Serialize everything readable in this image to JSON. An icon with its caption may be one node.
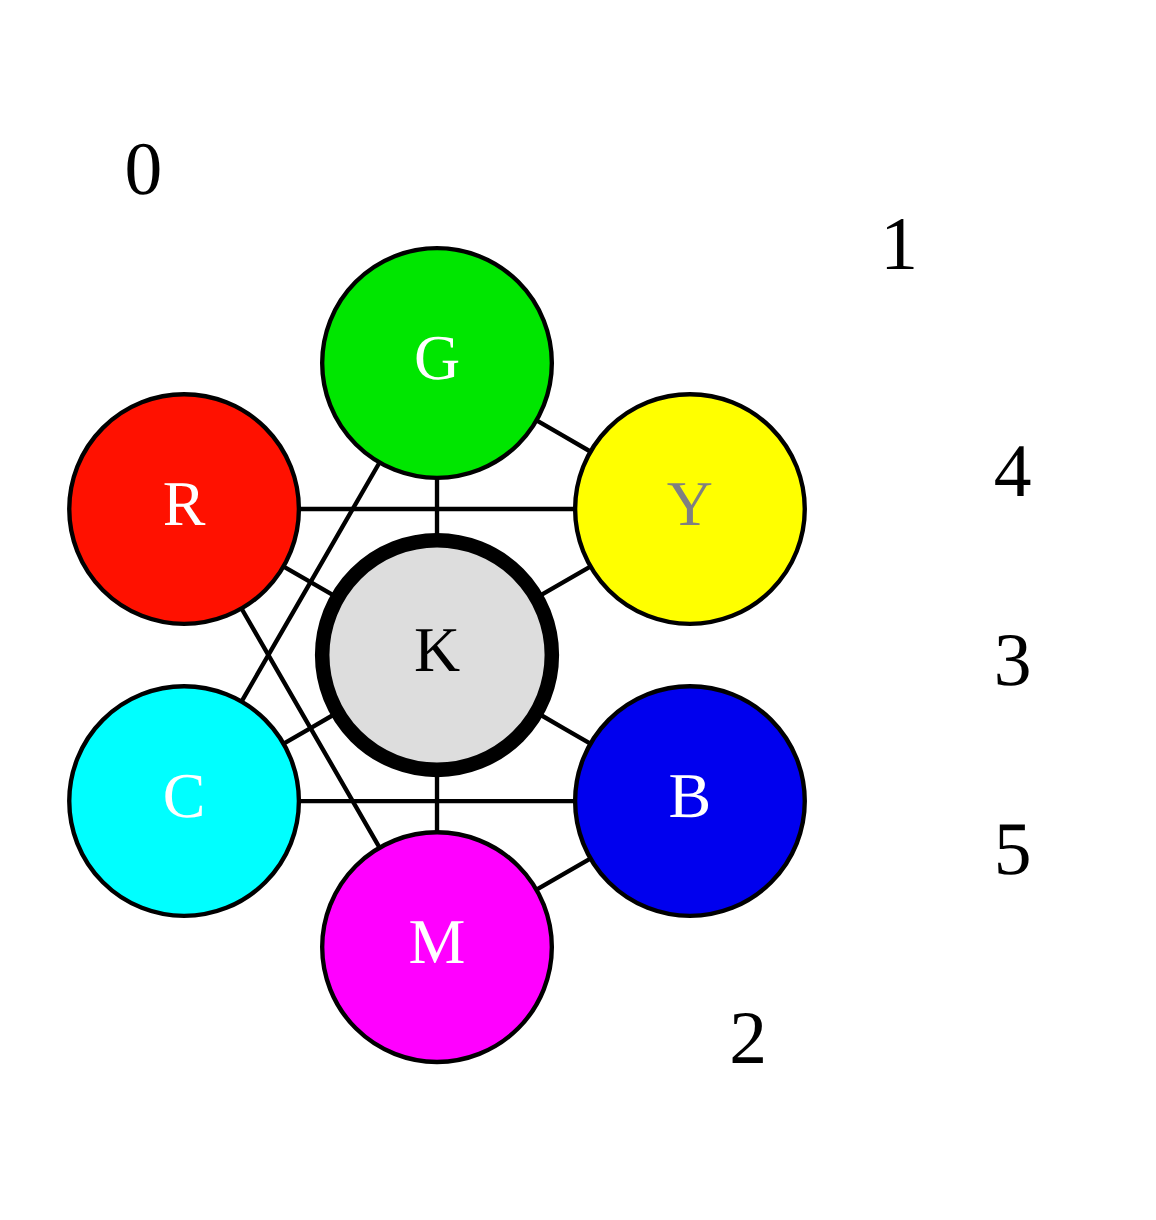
{
  "diagram": {
    "nodes": [
      {
        "text": [
          "Y"
        ]
      },
      {
        "text": [
          "G"
        ]
      },
      {
        "text": [
          "R"
        ]
      },
      {
        "text": [
          "K"
        ]
      },
      {
        "text": [
          "C"
        ]
      },
      {
        "text": [
          "M"
        ]
      },
      {
        "text": [
          "B"
        ]
      }
    ],
    "edges": [
      {
        "from": 0,
        "to": 2,
        "arrow": "none"
      },
      {
        "from": 2,
        "to": 5,
        "arrow": "none"
      },
      {
        "from": 5,
        "to": 6,
        "arrow": "none"
      },
      {
        "from": 6,
        "to": 4,
        "arrow": "none"
      },
      {
        "from": 4,
        "to": 1,
        "arrow": "none"
      },
      {
        "from": 1,
        "to": 0,
        "arrow": "none"
      },
      {
        "from": 3,
        "to": 0,
        "arrow": "none"
      },
      {
        "from": 3,
        "to": 2,
        "arrow": "none"
      },
      {
        "from": 3,
        "to": 5,
        "arrow": "none"
      },
      {
        "from": 3,
        "to": 6,
        "arrow": "none"
      },
      {
        "from": 3,
        "to": 4,
        "arrow": "none"
      },
      {
        "from": 3,
        "to": 1,
        "arrow": "none"
      }
    ],
    "labels": [
      "1",
      "0",
      "2",
      "5",
      "3",
      "4"
    ]
  }
}
